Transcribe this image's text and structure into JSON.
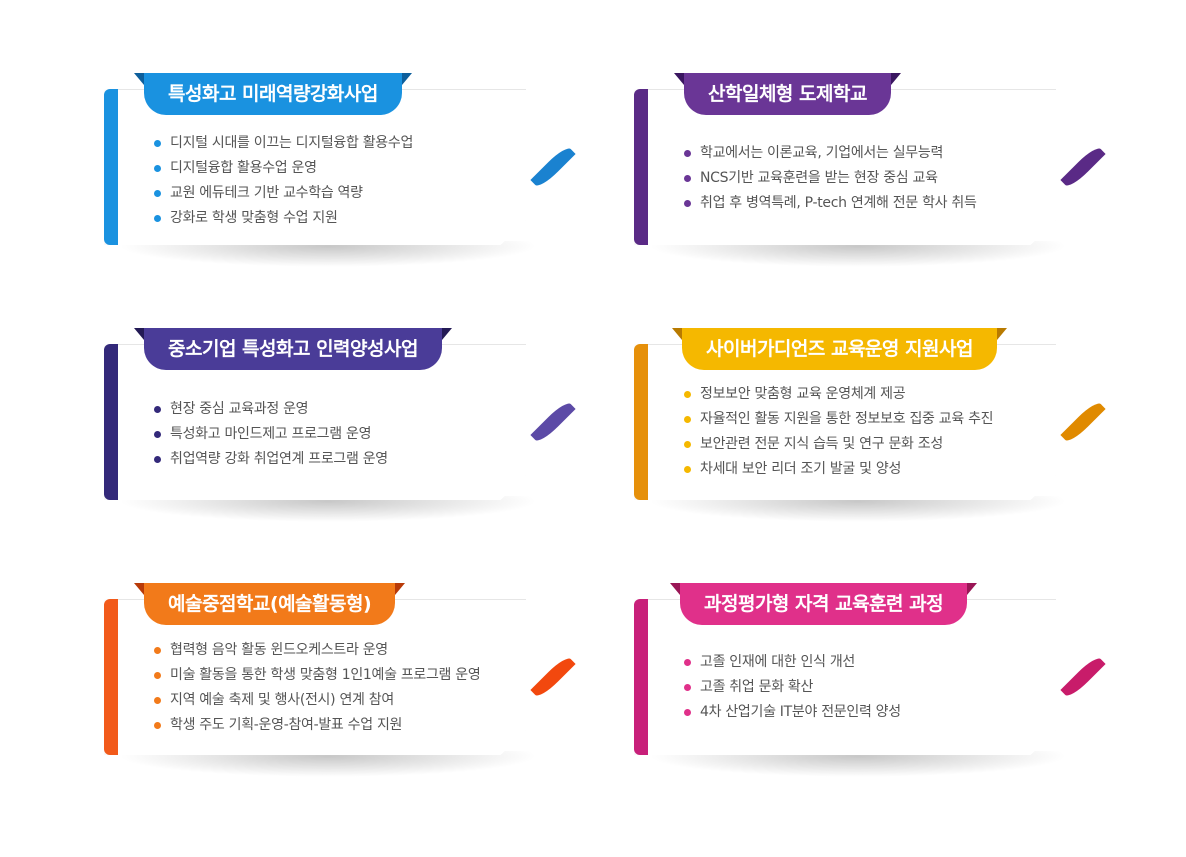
{
  "cards": [
    {
      "title": "특성화고 미래역량강화사업",
      "color": "#1a92e0",
      "items": [
        "디지털 시대를 이끄는 디지털융합 활용수업",
        "디지털융합 활용수업 운영",
        "교원 에듀테크 기반 교수학습 역량",
        "강화로 학생 맞춤형 수업 지원"
      ]
    },
    {
      "title": "산학일체형 도제학교",
      "color": "#5a2a86",
      "items": [
        "학교에서는 이론교육, 기업에서는 실무능력",
        "NCS기반 교육훈련을 받는 현장 중심 교육",
        "취업 후 병역특례, P-tech 연계해 전문 학사 취득"
      ]
    },
    {
      "title": "중소기업 특성화고 인력양성사업",
      "color": "#3a2d7a",
      "items": [
        "현장 중심 교육과정 운영",
        "특성화고 마인드제고 프로그램 운영",
        "취업역량 강화 취업연계 프로그램 운영"
      ]
    },
    {
      "title": "사이버가디언즈 교육운영 지원사업",
      "color": "#f2a300",
      "items": [
        "정보보안 맞춤형 교육 운영체계 제공",
        "자율적인 활동 지원을 통한 정보보호 집중 교육 추진",
        "보안관련 전문 지식 습득 및 연구 문화 조성",
        "차세대 보안 리더 조기 발굴 및 양성"
      ]
    },
    {
      "title": "예술중점학교(예술활동형)",
      "color": "#f25a1a",
      "items": [
        "협력형 음악 활동 윈드오케스트라 운영",
        "미술 활동을 통한 학생 맞춤형 1인1예술 프로그램 운영",
        "지역 예술 축제 및 행사(전시) 연계 참여",
        "학생 주도 기획-운영-참여-발표 수업 지원"
      ]
    },
    {
      "title": "과정평가형 자격 교육훈련 과정",
      "color": "#d8287a",
      "items": [
        "고졸 인재에 대한 인식 개선",
        "고졸 취업 문화 확산",
        "4차 산업기술 IT분야 전문인력 양성"
      ]
    }
  ]
}
